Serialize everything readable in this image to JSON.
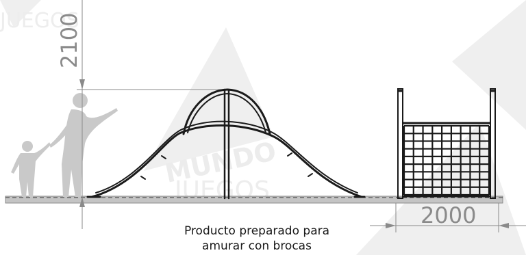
{
  "dimensions": {
    "height_label": "2100",
    "width_label": "2000"
  },
  "caption": {
    "line1": "Producto preparado para",
    "line2": "amurar con brocas"
  },
  "watermark": {
    "brand_top": "MUNDO",
    "brand_bottom": "JUEGOS",
    "corner_text": "JUEGOS"
  },
  "colors": {
    "line": "#1a1a1a",
    "dimension": "#8a8a8a",
    "silhouette": "#c7c7c7",
    "ground": "#bdbdbd",
    "watermark": "#eeeeee"
  }
}
